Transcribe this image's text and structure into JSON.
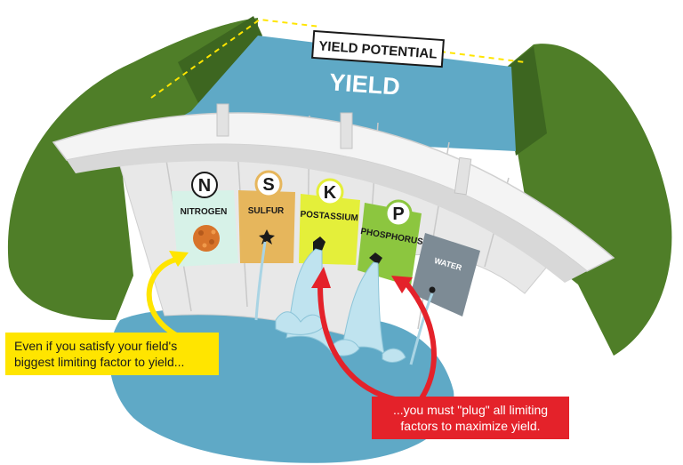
{
  "title": "YIELD POTENTIAL",
  "water_label": "YIELD",
  "nutrients": [
    {
      "letter": "N",
      "name": "NITROGEN",
      "color": "#d7f2e8"
    },
    {
      "letter": "S",
      "name": "SULFUR",
      "color": "#e6b65c"
    },
    {
      "letter": "K",
      "name": "POSTASSIUM",
      "color": "#e4ef3a"
    },
    {
      "letter": "P",
      "name": "PHOSPHORUS",
      "color": "#8cc63f"
    },
    {
      "letter": "",
      "name": "WATER",
      "color": "#7d8b95"
    }
  ],
  "callouts": {
    "left": "Even if you satisfy your field's\nbiggest limiting factor to yield...",
    "right": "...you must \"plug\" all limiting\nfactors to maximize yield."
  },
  "colors": {
    "grass": "#4f7e28",
    "grass_shadow": "#3d6620",
    "water": "#5fa9c6",
    "dam": "#e8e8e8",
    "yellow": "#ffe500",
    "red": "#e4222a"
  }
}
